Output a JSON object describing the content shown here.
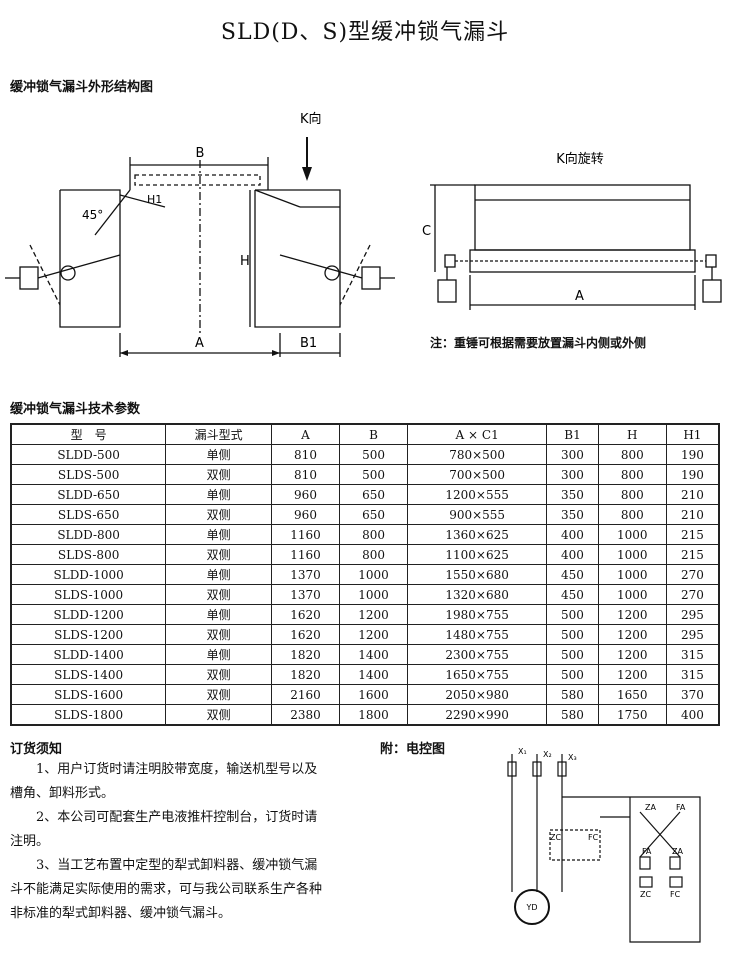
{
  "title": "SLD(D、S)型缓冲锁气漏斗",
  "structure_heading": "缓冲锁气漏斗外形结构图",
  "drawing_labels": {
    "b": "B",
    "h1": "H1",
    "angle": "45°",
    "h": "H",
    "a": "A",
    "b1": "B1",
    "k_direction": "K向",
    "k_rotate": "K向旋转",
    "c": "C",
    "a_side": "A"
  },
  "note": "注：重锤可根据需要放置漏斗内侧或外侧",
  "table_heading": "缓冲锁气漏斗技术参数",
  "table": {
    "headers": [
      "型　号",
      "漏斗型式",
      "A",
      "B",
      "A × C1",
      "B1",
      "H",
      "H1"
    ],
    "rows": [
      [
        "SLDD-500",
        "单侧",
        "810",
        "500",
        "780×500",
        "300",
        "800",
        "190"
      ],
      [
        "SLDS-500",
        "双侧",
        "810",
        "500",
        "700×500",
        "300",
        "800",
        "190"
      ],
      [
        "SLDD-650",
        "单侧",
        "960",
        "650",
        "1200×555",
        "350",
        "800",
        "210"
      ],
      [
        "SLDS-650",
        "双侧",
        "960",
        "650",
        "900×555",
        "350",
        "800",
        "210"
      ],
      [
        "SLDD-800",
        "单侧",
        "1160",
        "800",
        "1360×625",
        "400",
        "1000",
        "215"
      ],
      [
        "SLDS-800",
        "双侧",
        "1160",
        "800",
        "1100×625",
        "400",
        "1000",
        "215"
      ],
      [
        "SLDD-1000",
        "单侧",
        "1370",
        "1000",
        "1550×680",
        "450",
        "1000",
        "270"
      ],
      [
        "SLDS-1000",
        "双侧",
        "1370",
        "1000",
        "1320×680",
        "450",
        "1000",
        "270"
      ],
      [
        "SLDD-1200",
        "单侧",
        "1620",
        "1200",
        "1980×755",
        "500",
        "1200",
        "295"
      ],
      [
        "SLDS-1200",
        "双侧",
        "1620",
        "1200",
        "1480×755",
        "500",
        "1200",
        "295"
      ],
      [
        "SLDD-1400",
        "单侧",
        "1820",
        "1400",
        "2300×755",
        "500",
        "1200",
        "315"
      ],
      [
        "SLDS-1400",
        "双侧",
        "1820",
        "1400",
        "1650×755",
        "500",
        "1200",
        "315"
      ],
      [
        "SLDS-1600",
        "双侧",
        "2160",
        "1600",
        "2050×980",
        "580",
        "1650",
        "370"
      ],
      [
        "SLDS-1800",
        "双侧",
        "2380",
        "1800",
        "2290×990",
        "580",
        "1750",
        "400"
      ]
    ]
  },
  "order_heading": "订货须知",
  "order_items": [
    "1、用户订货时请注明胶带宽度，输送机型号以及槽角、卸料形式。",
    "2、本公司可配套生产电液推杆控制台，订货时请注明。",
    "3、当工艺布置中定型的犁式卸料器、缓冲锁气漏斗不能满足实际使用的需求，可与我公司联系生产各种非标准的犁式卸料器、缓冲锁气漏斗。"
  ],
  "appendix_heading": "附：电控图",
  "circuit_labels": {
    "x1": "X₁",
    "x2": "X₂",
    "x3": "X₃",
    "za": "ZA",
    "fa": "FA",
    "zc": "ZC",
    "fc": "FC",
    "fa2": "FA",
    "za2": "ZA",
    "zc2": "ZC",
    "fc2": "FC",
    "motor": "YD"
  }
}
